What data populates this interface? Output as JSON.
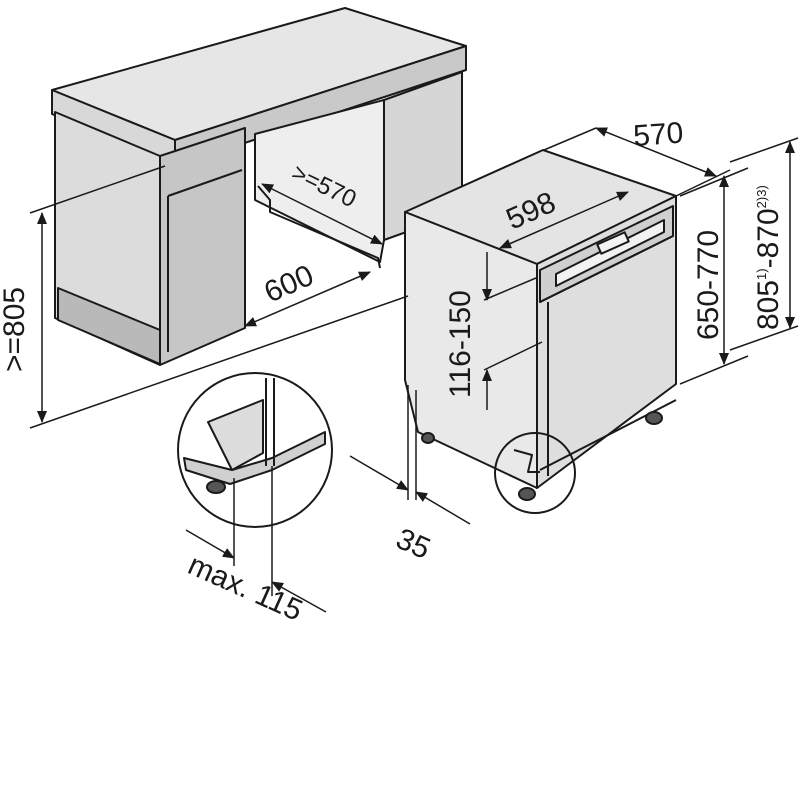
{
  "diagram": {
    "colors": {
      "line": "#1a1a1a",
      "fill_light": "#e6e6e6",
      "fill_mid": "#d2d2d2",
      "fill_dark": "#b9b9b9",
      "background": "#ffffff"
    },
    "labels": {
      "height_min": ">=805",
      "niche_width_min": ">=570",
      "niche_depth": "600",
      "appliance_depth": "570",
      "appliance_width": "598",
      "appliance_height_range": "650-770",
      "niche_height_main": "805",
      "niche_height_sup1": "1)",
      "niche_height_dash": "-870",
      "niche_height_sup2": "2)3)",
      "panel_height": "116-150",
      "plinth_offset": "35",
      "max_label": "max. 115"
    }
  }
}
